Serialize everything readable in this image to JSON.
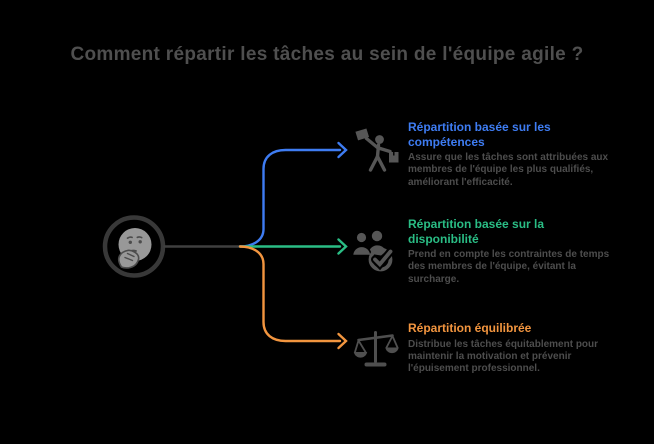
{
  "title": "Comment répartir les tâches au sein de l'équipe agile ?",
  "center_node": {
    "icon": "thinking-face-icon"
  },
  "branches": [
    {
      "title": "Répartition basée sur les compétences",
      "description": "Assure que les tâches sont attribuées aux membres de l'équipe les plus qualifiés, améliorant l'efficacité.",
      "color": "#3e7cf2",
      "icon": "person-distributing-tasks-icon"
    },
    {
      "title": "Répartition basée sur la disponibilité",
      "description": "Prend en compte les contraintes de temps des membres de l'équipe, évitant la surcharge.",
      "color": "#2abd85",
      "icon": "users-availability-check-icon"
    },
    {
      "title": "Répartition équilibrée",
      "description": "Distribue les tâches équitablement pour maintenir la motivation et prévenir l'épuisement professionnel.",
      "color": "#f2953f",
      "icon": "balance-scale-icon"
    }
  ],
  "colors": {
    "background": "#000000",
    "heading_text": "#4f4f4f",
    "body_text": "#4d4d4d",
    "icon_gray": "#565656",
    "connector_gray": "#3f3f3f",
    "branch_blue": "#3e7cf2",
    "branch_green": "#2abd85",
    "branch_orange": "#f2953f"
  }
}
